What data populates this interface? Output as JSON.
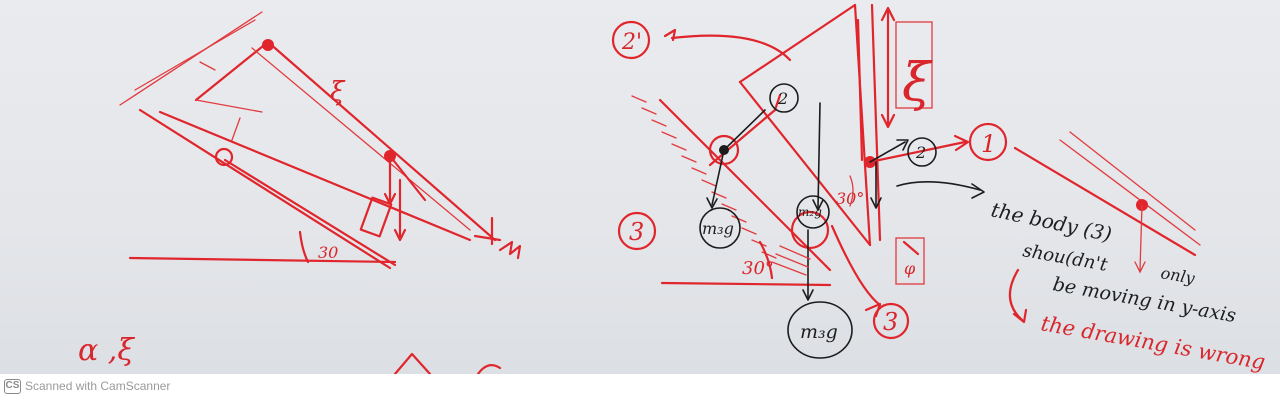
{
  "labels": {
    "epsilon_top_left": "ξ",
    "angle_30_left": "30",
    "alpha_eps_bottom": "α ,ξ",
    "label_2_prime": "2'",
    "epsilon_boxed": "ξ",
    "label_1": "1",
    "circle_2_black": "2",
    "circle_2_right_black": "2",
    "label_3_left": "3",
    "label_3_bottom": "3",
    "m3g_left": "m₃g",
    "m2g_middle": "m₂g",
    "m3g_bottom": "m₃g",
    "angle_30_middle": "30°",
    "angle_30_small": "30°",
    "phi_box": "φ"
  },
  "notes": {
    "line1": "the body (3)",
    "line2": "shou(dn't",
    "line2_extra": "only",
    "line3": "be moving in y-axis",
    "line4": "the drawing is wrong"
  },
  "footer": {
    "badge": "CS",
    "text": "Scanned with CamScanner"
  },
  "colors": {
    "ink_red": "#e0262c",
    "ink_black": "#1c1c1c",
    "paper": "#e6e8eb"
  }
}
